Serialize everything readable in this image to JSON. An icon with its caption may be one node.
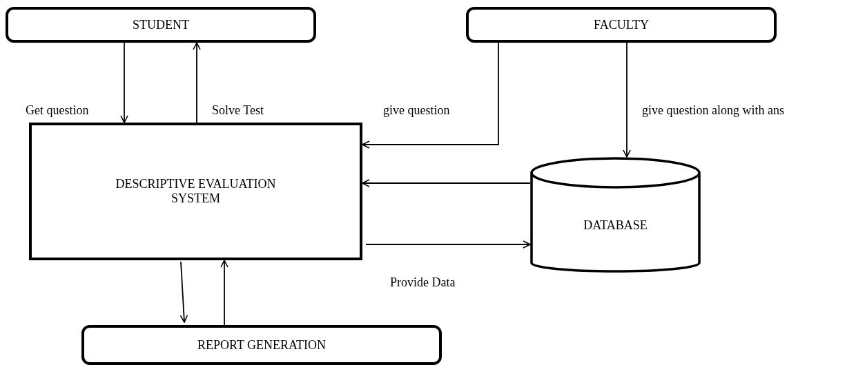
{
  "diagram": {
    "nodes": [
      {
        "text": [
          "STUDENT"
        ]
      },
      {
        "text": [
          "FACULTY"
        ]
      },
      {
        "text": [
          "DESCRIPTIVE EVALUATION SYSTEM"
        ]
      },
      {
        "text": [
          "DATABASE"
        ]
      },
      {
        "text": [
          "REPORT GENERATION"
        ]
      }
    ],
    "edges": [
      {
        "from": 0,
        "to": 2,
        "arrow": "to",
        "label": "Get question"
      },
      {
        "from": 2,
        "to": 0,
        "arrow": "to",
        "label": "Solve Test"
      },
      {
        "from": 1,
        "to": 2,
        "arrow": "to",
        "label": "give question"
      },
      {
        "from": 1,
        "to": 3,
        "arrow": "to",
        "label": "give question along with ans"
      },
      {
        "from": 3,
        "to": 2,
        "arrow": "to"
      },
      {
        "from": 2,
        "to": 3,
        "arrow": "to",
        "label": "Provide Data"
      },
      {
        "from": 2,
        "to": 4,
        "arrow": "to"
      },
      {
        "from": 4,
        "to": 2,
        "arrow": "to"
      }
    ]
  }
}
